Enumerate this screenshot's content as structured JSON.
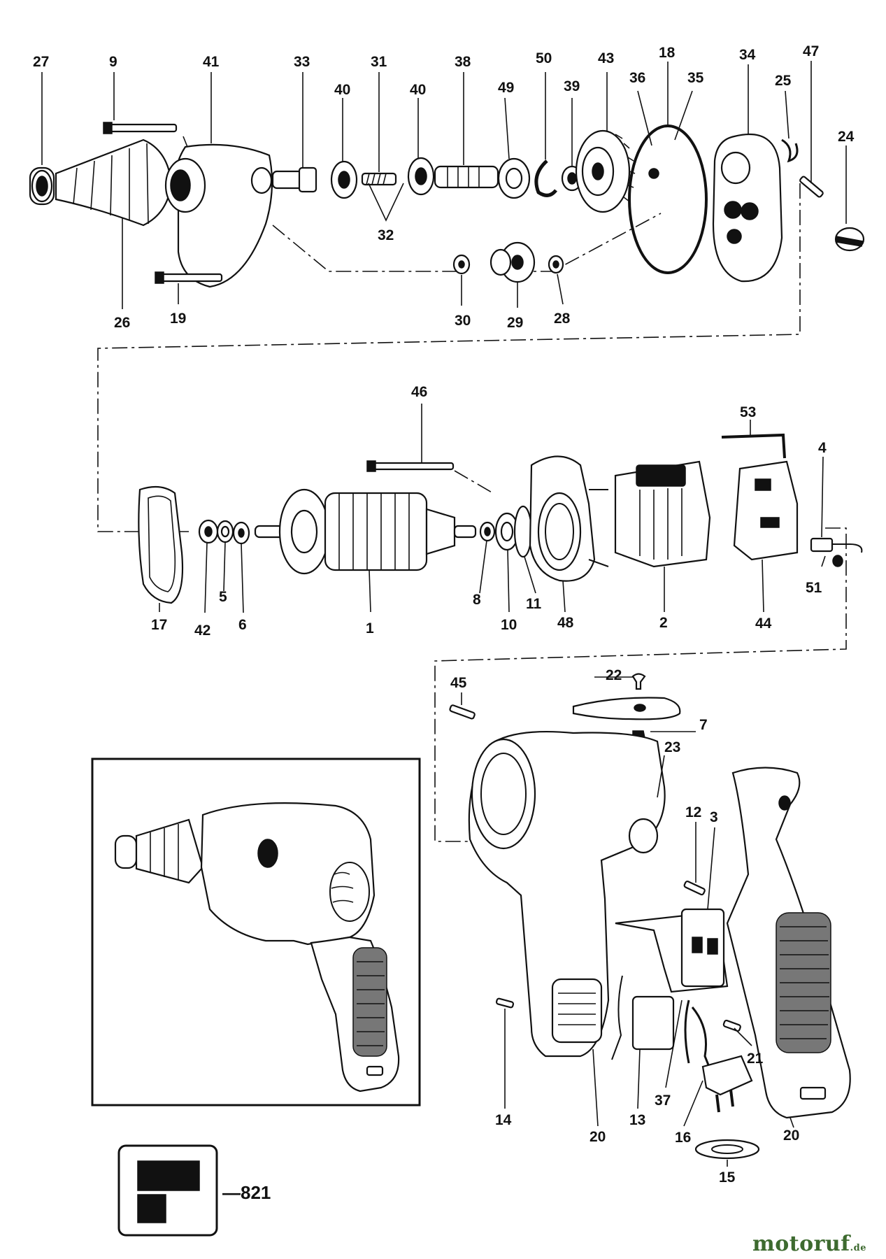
{
  "labels": [
    {
      "id": "27",
      "text": "27"
    },
    {
      "id": "9",
      "text": "9"
    },
    {
      "id": "41",
      "text": "41"
    },
    {
      "id": "33",
      "text": "33"
    },
    {
      "id": "31",
      "text": "31"
    },
    {
      "id": "38",
      "text": "38"
    },
    {
      "id": "50",
      "text": "50"
    },
    {
      "id": "43",
      "text": "43"
    },
    {
      "id": "18",
      "text": "18"
    },
    {
      "id": "34",
      "text": "34"
    },
    {
      "id": "47",
      "text": "47"
    },
    {
      "id": "40a",
      "text": "40"
    },
    {
      "id": "40b",
      "text": "40"
    },
    {
      "id": "49",
      "text": "49"
    },
    {
      "id": "39",
      "text": "39"
    },
    {
      "id": "36",
      "text": "36"
    },
    {
      "id": "35",
      "text": "35"
    },
    {
      "id": "25",
      "text": "25"
    },
    {
      "id": "24",
      "text": "24"
    },
    {
      "id": "32",
      "text": "32"
    },
    {
      "id": "26",
      "text": "26"
    },
    {
      "id": "19",
      "text": "19"
    },
    {
      "id": "30",
      "text": "30"
    },
    {
      "id": "29",
      "text": "29"
    },
    {
      "id": "28",
      "text": "28"
    },
    {
      "id": "46",
      "text": "46"
    },
    {
      "id": "53",
      "text": "53"
    },
    {
      "id": "4",
      "text": "4"
    },
    {
      "id": "51",
      "text": "51"
    },
    {
      "id": "17",
      "text": "17"
    },
    {
      "id": "42",
      "text": "42"
    },
    {
      "id": "5",
      "text": "5"
    },
    {
      "id": "6",
      "text": "6"
    },
    {
      "id": "1",
      "text": "1"
    },
    {
      "id": "8",
      "text": "8"
    },
    {
      "id": "10",
      "text": "10"
    },
    {
      "id": "11",
      "text": "11"
    },
    {
      "id": "48",
      "text": "48"
    },
    {
      "id": "2",
      "text": "2"
    },
    {
      "id": "44",
      "text": "44"
    },
    {
      "id": "45",
      "text": "45"
    },
    {
      "id": "22",
      "text": "22"
    },
    {
      "id": "7",
      "text": "7"
    },
    {
      "id": "23",
      "text": "23"
    },
    {
      "id": "12",
      "text": "12"
    },
    {
      "id": "3",
      "text": "3"
    },
    {
      "id": "21",
      "text": "21"
    },
    {
      "id": "14",
      "text": "14"
    },
    {
      "id": "20a",
      "text": "20"
    },
    {
      "id": "13",
      "text": "13"
    },
    {
      "id": "37",
      "text": "37"
    },
    {
      "id": "16",
      "text": "16"
    },
    {
      "id": "20b",
      "text": "20"
    },
    {
      "id": "15",
      "text": "15"
    }
  ],
  "reference_code": "—821",
  "brand": {
    "name": "motoruf",
    "suffix": ".de"
  }
}
